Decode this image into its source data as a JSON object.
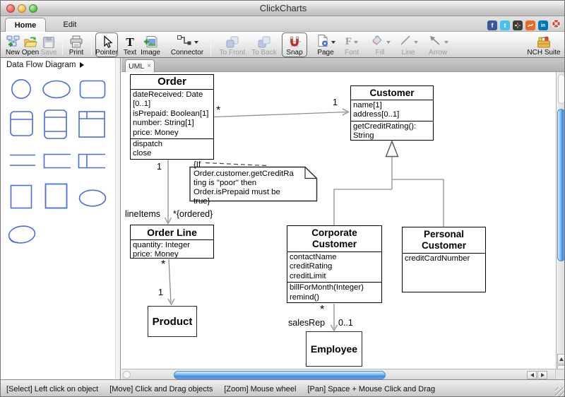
{
  "window": {
    "title": "ClickCharts"
  },
  "menu_tabs": {
    "home": "Home",
    "edit": "Edit"
  },
  "social": {
    "facebook": "f",
    "twitter": "t",
    "linkedin": "in"
  },
  "toolbar": {
    "new": "New",
    "open": "Open",
    "save": "Save",
    "print": "Print",
    "pointer": "Pointer",
    "text": "Text",
    "image": "Image",
    "connector": "Connector",
    "to_front": "To Front",
    "to_back": "To Back",
    "snap": "Snap",
    "page": "Page",
    "font": "Font",
    "fill": "Fill",
    "line": "Line",
    "arrow": "Arrow",
    "nch_suite": "NCH Suite"
  },
  "sidebar": {
    "title": "Data Flow Diagram"
  },
  "doc_tab": {
    "label": "UML",
    "close": "×"
  },
  "uml": {
    "classes": [
      {
        "title": "Order",
        "attrs": [
          "dateReceived: Date [0..1]",
          "isPrepaid: Boolean[1]",
          "number: String[1]",
          "price: Money"
        ],
        "methods": [
          "dispatch",
          "close"
        ]
      },
      {
        "title": "Customer",
        "attrs": [
          "name[1]",
          "address[0..1]"
        ],
        "methods": [
          "getCreditRating(): String"
        ]
      },
      {
        "title": "Order Line",
        "attrs": [
          "quantity: Integer",
          "price: Money"
        ]
      },
      {
        "title": "Corporate Customer",
        "attrs": [
          "contactName",
          "creditRating",
          "creditLimit"
        ],
        "methods": [
          "billForMonth(Integer)",
          "remind()"
        ]
      },
      {
        "title": "Personal Customer",
        "attrs": [
          "creditCardNumber"
        ]
      },
      {
        "title": "Product"
      },
      {
        "title": "Employee"
      }
    ],
    "note_lines": [
      "{If",
      "Order.customer.getCreditRa",
      "ting is \"poor\" then",
      "Order.isPrepaid must be",
      "true}"
    ],
    "edge_labels": [
      {
        "text": "*"
      },
      {
        "text": "1"
      },
      {
        "text": "1"
      },
      {
        "text": "lineItems"
      },
      {
        "text": "*{ordered}"
      },
      {
        "text": "*"
      },
      {
        "text": "1"
      },
      {
        "text": "*"
      },
      {
        "text": "salesRep"
      },
      {
        "text": "0..1"
      }
    ]
  },
  "statusbar": {
    "items": [
      "[Select] Left click on object",
      "[Move] Click and Drag objects",
      "[Zoom] Mouse wheel",
      "[Pan] Space + Mouse Click and Drag"
    ]
  },
  "colors": {
    "shape_blue": "#4a6ce8",
    "connector_gray": "#8f8f8f",
    "snap_red": "#c4271f",
    "scroll_thumb_blue": "#3f8ade"
  }
}
